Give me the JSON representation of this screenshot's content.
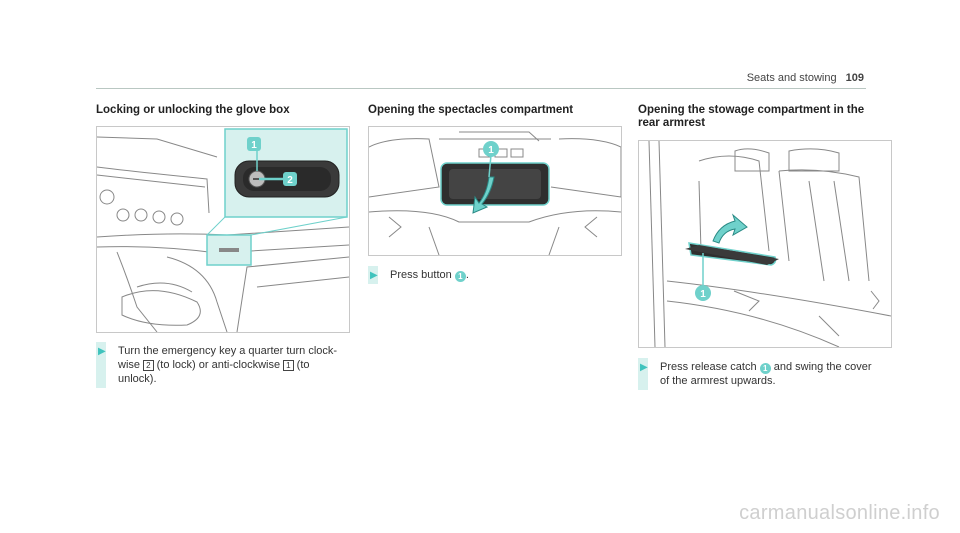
{
  "header": {
    "section_title": "Seats and stowing",
    "page_number": "109"
  },
  "colors": {
    "accent": "#6fd1cb",
    "accent_light": "#d7f1ee",
    "arrow": "#3fc3bd",
    "line_art": "#777777"
  },
  "columns": [
    {
      "title": "Locking or unlocking the glove box",
      "step": {
        "t1": "Turn the emergency key a quarter turn clock-",
        "t2": "wise",
        "key2": "2",
        "t3": "(to lock) or anti-clockwise",
        "key1": "1",
        "t4": "(to",
        "t5": "unlock)."
      },
      "figure_labels": [
        "1",
        "2"
      ]
    },
    {
      "title": "Opening the spectacles compartment",
      "step": {
        "t1": "Press button",
        "badge": "1",
        "t2": "."
      },
      "figure_labels": [
        "1"
      ]
    },
    {
      "title": "Opening the stowage compartment in the rear armrest",
      "title_line1": "Opening the stowage compartment in the",
      "title_line2": "rear armrest",
      "step": {
        "t1": "Press release catch",
        "badge": "1",
        "t2": "and swing the cover",
        "t3": "of the armrest upwards."
      },
      "figure_labels": [
        "1"
      ]
    }
  ],
  "watermark": "carmanualsonline.info",
  "icons": [
    "step-arrow-icon"
  ]
}
